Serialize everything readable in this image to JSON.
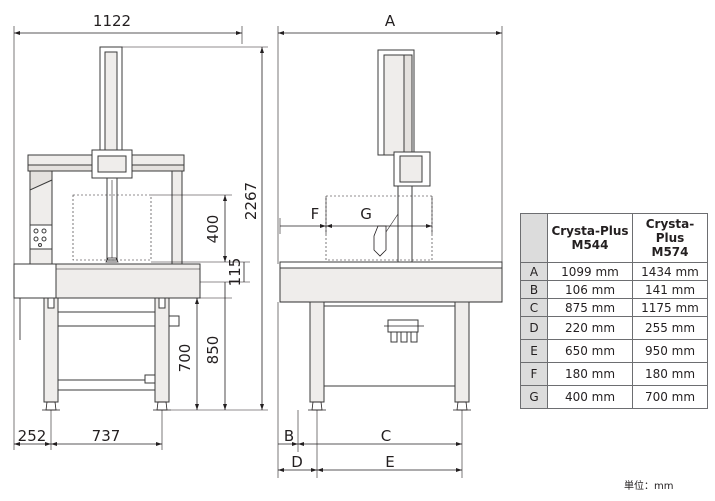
{
  "drawing": {
    "front_view": {
      "dims": {
        "overall_width": "1122",
        "overall_height": "2267",
        "measuring_height": "400",
        "table_thickness": "115",
        "stand_height": "700",
        "table_top_height": "850",
        "left_offset": "252",
        "stand_width": "737"
      }
    },
    "side_view": {
      "dims": {
        "a": "A",
        "b": "B",
        "c": "C",
        "d": "D",
        "e": "E",
        "f": "F",
        "g": "G"
      }
    }
  },
  "table": {
    "columns": [
      "",
      "Crysta-Plus M544",
      "Crysta-Plus M574"
    ],
    "col1_line1": "Crysta-Plus",
    "col1_line2": "M544",
    "col2_line1": "Crysta-Plus",
    "col2_line2": "M574",
    "rows": [
      {
        "key": "A",
        "m544": "1099 mm",
        "m574": "1434 mm"
      },
      {
        "key": "B",
        "m544": "106 mm",
        "m574": "141 mm"
      },
      {
        "key": "C",
        "m544": "875 mm",
        "m574": "1175 mm"
      },
      {
        "key": "D",
        "m544": "220 mm",
        "m574": "255 mm"
      },
      {
        "key": "E",
        "m544": "650 mm",
        "m574": "950 mm"
      },
      {
        "key": "F",
        "m544": "180 mm",
        "m574": "180 mm"
      },
      {
        "key": "G",
        "m544": "400 mm",
        "m574": "700 mm"
      }
    ]
  },
  "unit_note": "単位：mm"
}
